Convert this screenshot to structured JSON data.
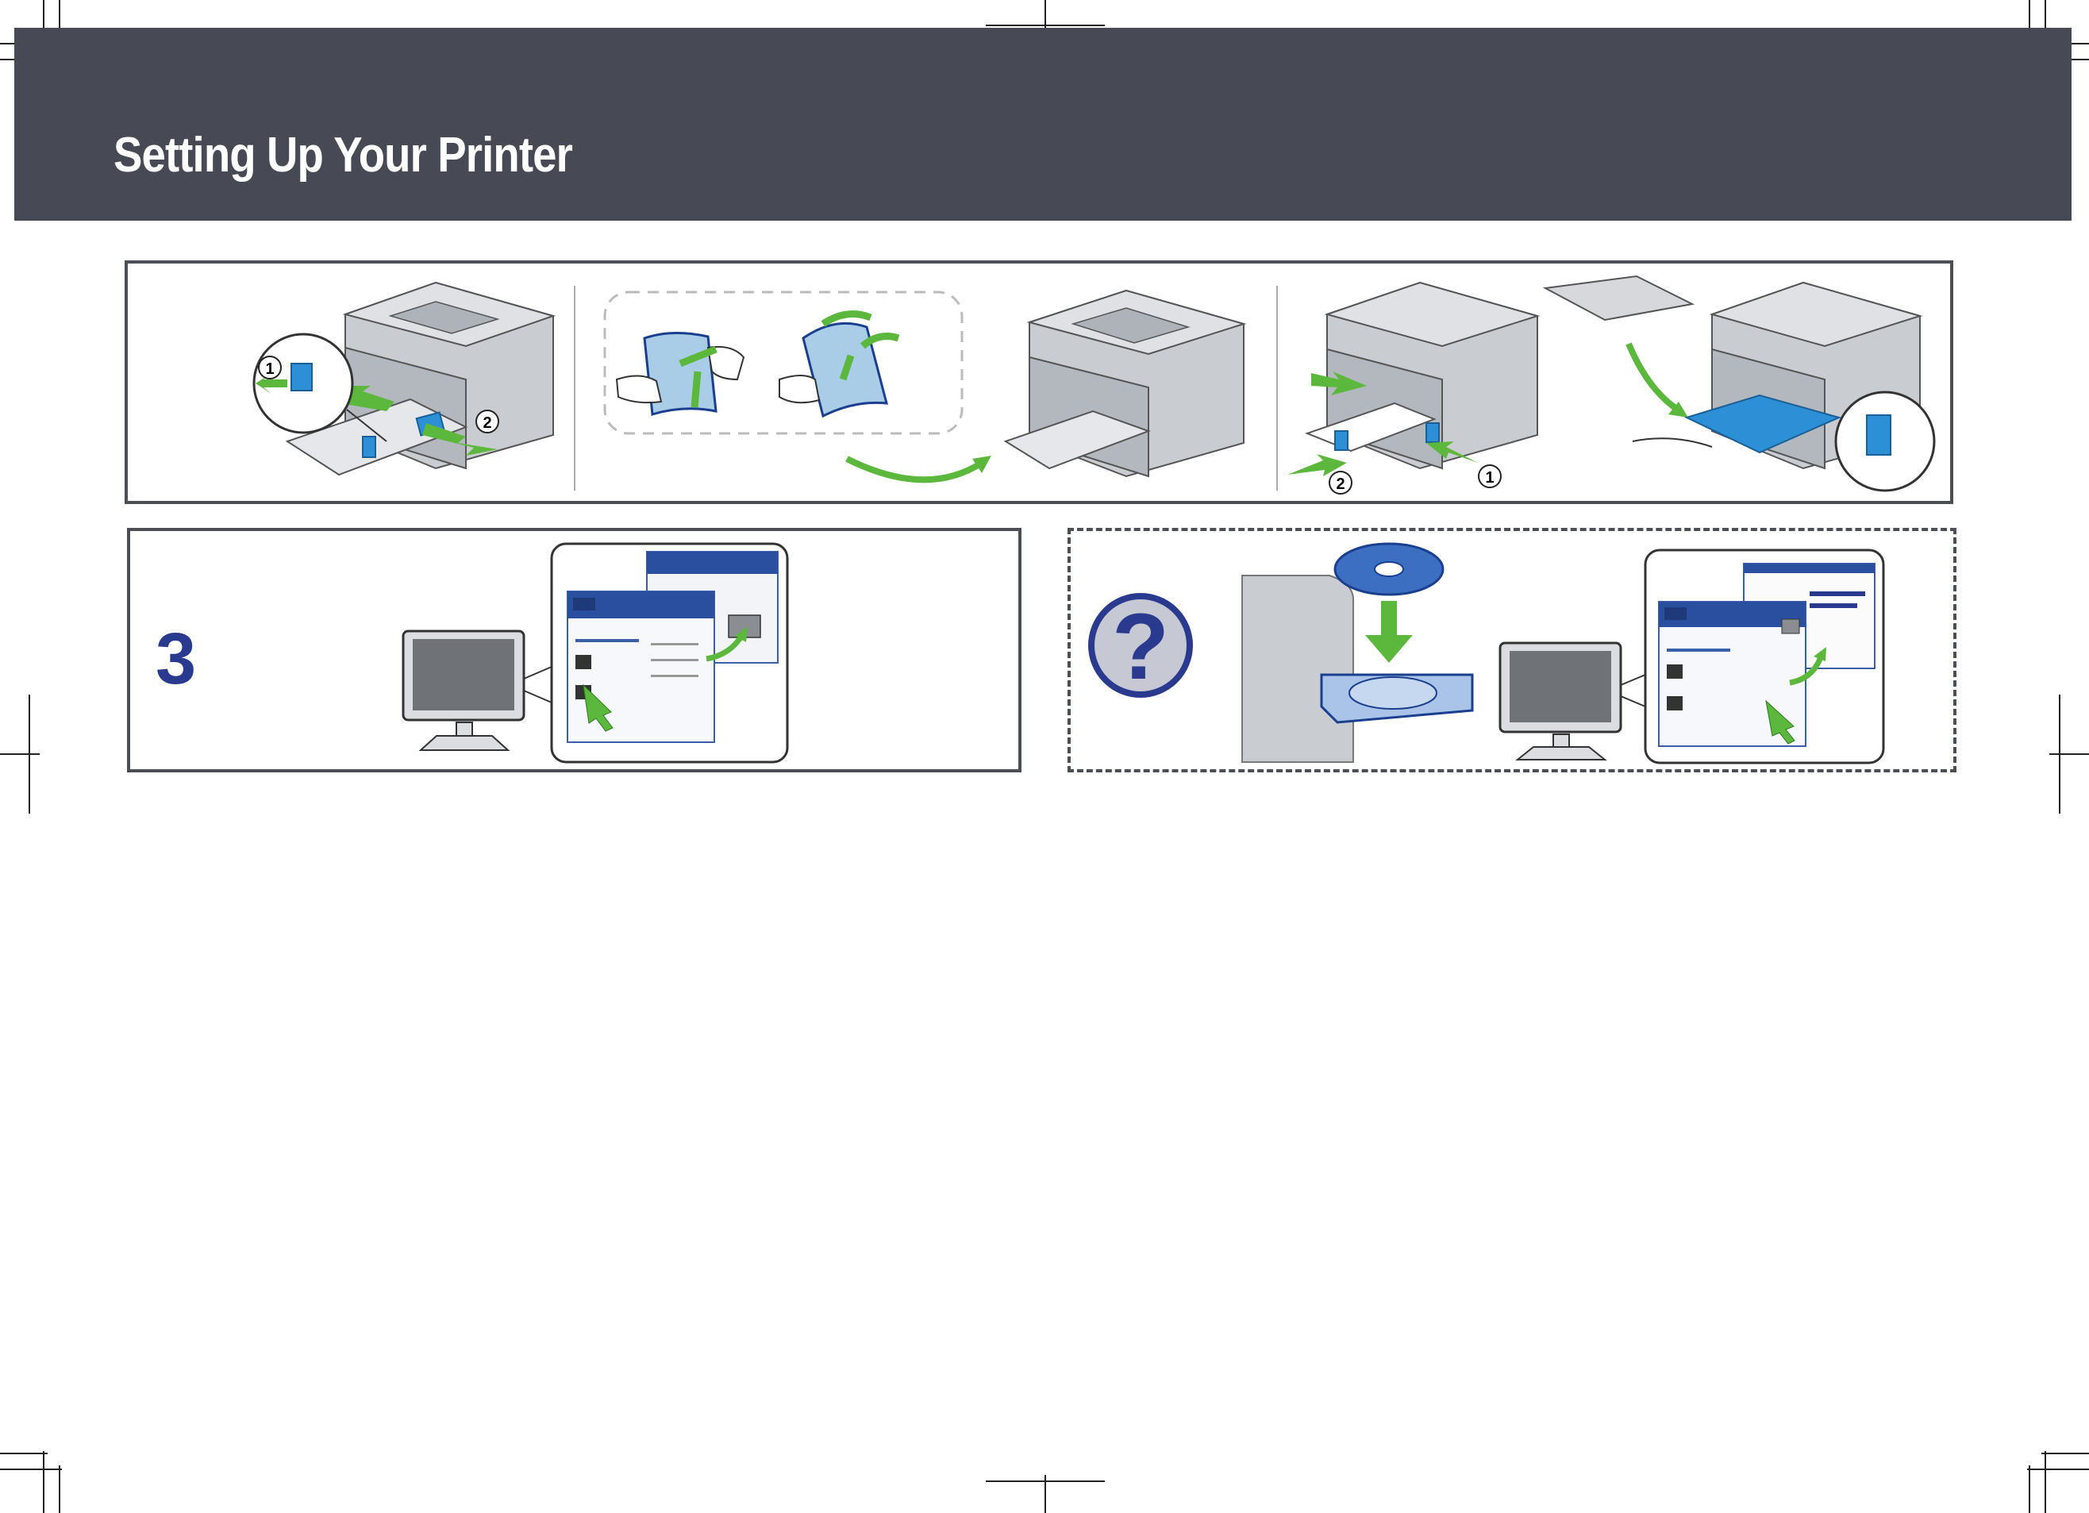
{
  "header": {
    "title": "Setting Up Your Printer",
    "background": "#474a54"
  },
  "step3": {
    "number": "3"
  },
  "callouts": {
    "one": "1",
    "two": "2"
  },
  "help": {
    "symbol": "?"
  },
  "colors": {
    "accent_green": "#5cb83c",
    "accent_blue": "#2d8fd6",
    "printer_gray": "#b9bcc2",
    "navy": "#2a3a8f"
  },
  "icons": [
    "printer-icon",
    "paper-stack-icon",
    "monitor-icon",
    "cd-icon",
    "question-mark-icon",
    "arrow-icon",
    "hand-icon"
  ]
}
